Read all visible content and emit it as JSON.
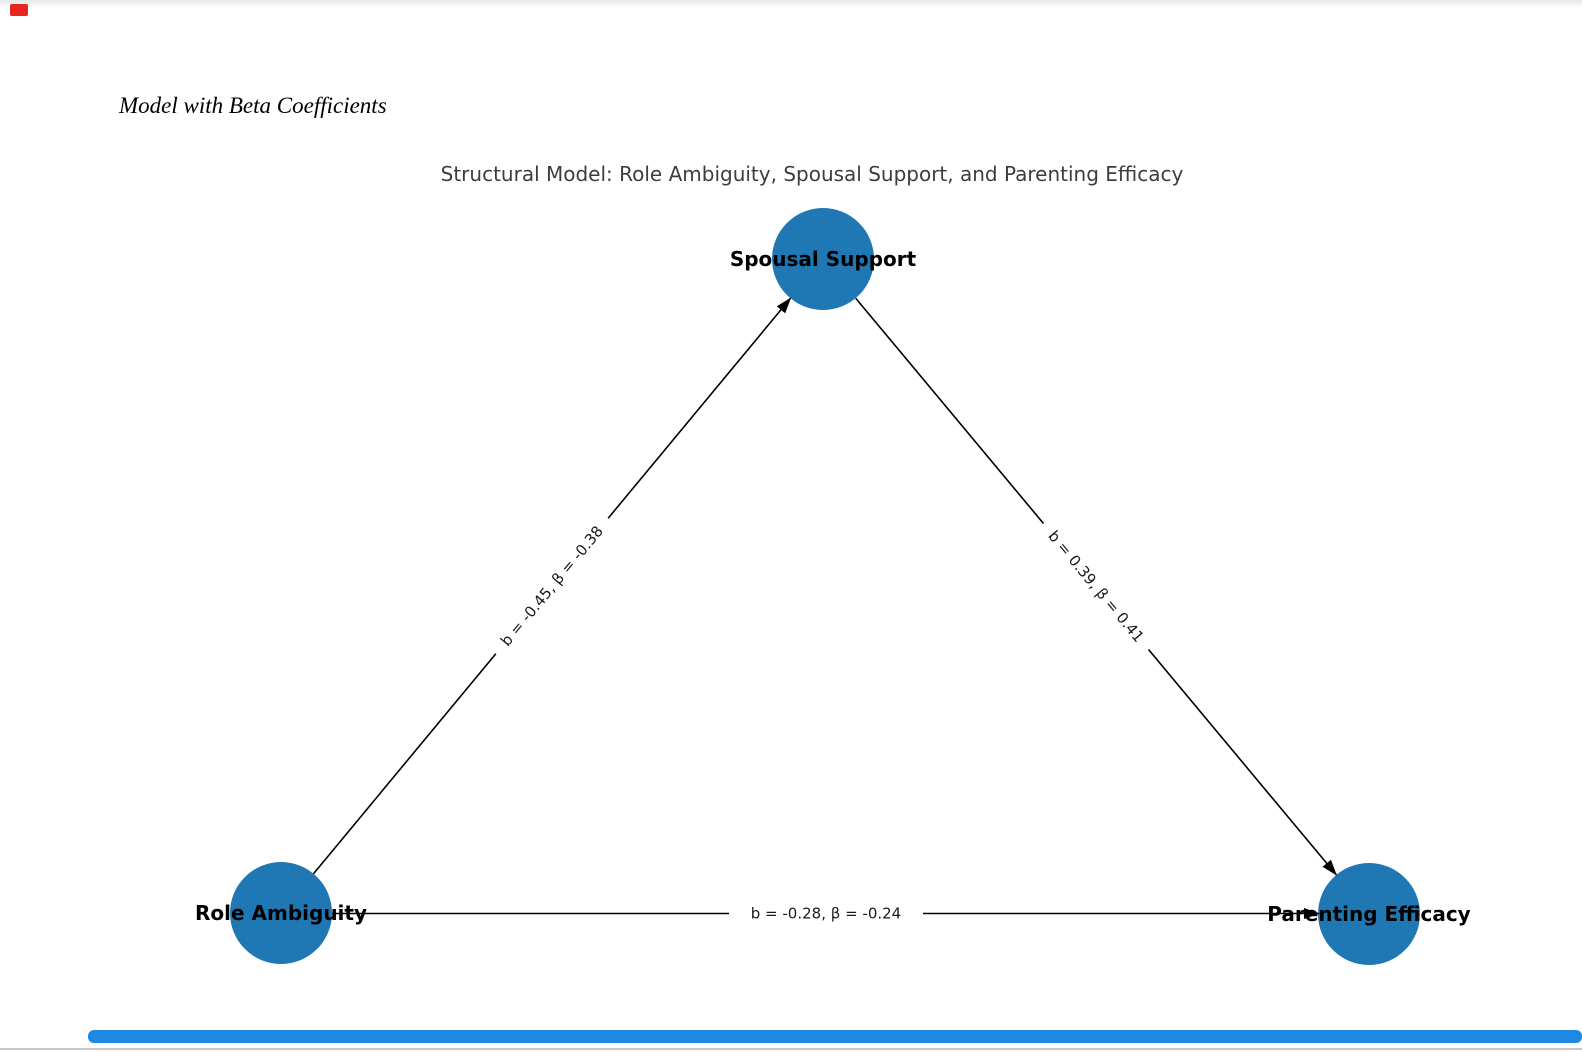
{
  "heading": {
    "text": "Model with Beta Coefficients"
  },
  "figure": {
    "title": "Structural Model: Role Ambiguity, Spousal Support, and Parenting Efficacy",
    "node_color": "#1f77b4",
    "edge_color": "#000000",
    "nodes": [
      {
        "id": "spousal-support",
        "label": "Spousal Support"
      },
      {
        "id": "role-ambiguity",
        "label": "Role Ambiguity"
      },
      {
        "id": "parenting-efficacy",
        "label": "Parenting Efficacy"
      }
    ],
    "edges": [
      {
        "from": "Role Ambiguity",
        "to": "Spousal Support",
        "label": "b = -0.45, β = -0.38"
      },
      {
        "from": "Spousal Support",
        "to": "Parenting Efficacy",
        "label": "b = 0.39, β = 0.41"
      },
      {
        "from": "Role Ambiguity",
        "to": "Parenting Efficacy",
        "label": "b = -0.28, β = -0.24"
      }
    ]
  },
  "chrome": {
    "record_indicator_color": "#e8261d",
    "scrollbar_thumb_color": "#1e88e5",
    "bottom_rule_color": "#c6c6c6"
  }
}
